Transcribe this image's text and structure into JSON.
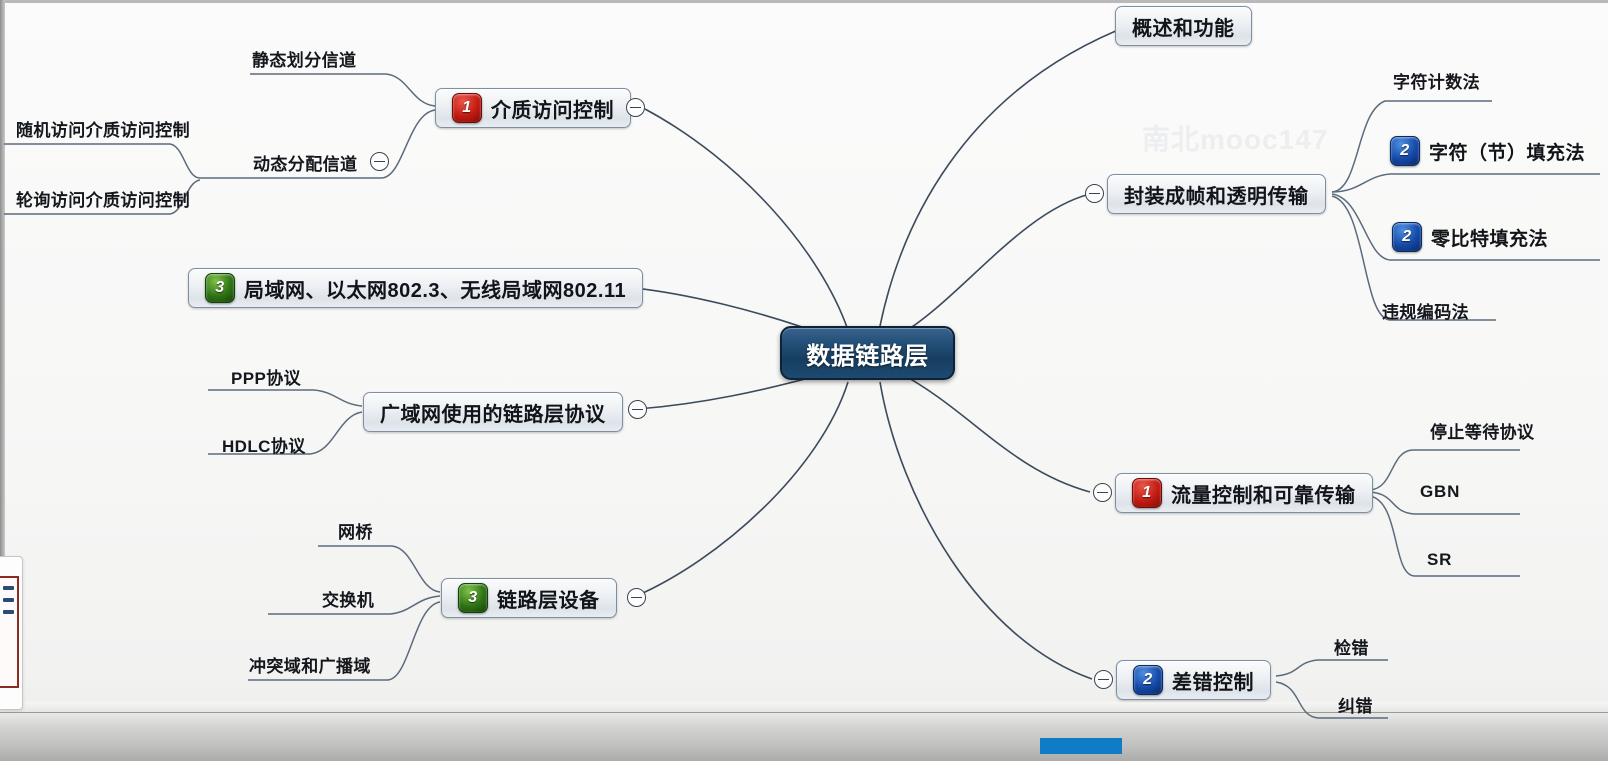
{
  "app": {
    "watermark": "南北mooc147",
    "background_color": "#f7f8f8",
    "accent_color": "#0f7cc8"
  },
  "mindmap": {
    "center": {
      "label": "数据链路层",
      "color": "#1d4a70"
    },
    "branches": [
      {
        "id": "overview",
        "label": "概述和功能",
        "side": "right",
        "badge": null,
        "toggle": false,
        "children": []
      },
      {
        "id": "framing",
        "label": "封装成帧和透明传输",
        "side": "right",
        "badge": null,
        "toggle": true,
        "children": [
          {
            "label": "字符计数法",
            "badge": null
          },
          {
            "label": "字符（节）填充法",
            "badge": {
              "text": "2",
              "color": "blue"
            }
          },
          {
            "label": "零比特填充法",
            "badge": {
              "text": "2",
              "color": "blue"
            }
          },
          {
            "label": "违规编码法",
            "badge": null
          }
        ]
      },
      {
        "id": "flow-control",
        "label": "流量控制和可靠传输",
        "side": "right",
        "badge": {
          "text": "1",
          "color": "red"
        },
        "toggle": true,
        "children": [
          {
            "label": "停止等待协议",
            "badge": null
          },
          {
            "label": "GBN",
            "badge": null
          },
          {
            "label": "SR",
            "badge": null
          }
        ]
      },
      {
        "id": "error-control",
        "label": "差错控制",
        "side": "right",
        "badge": {
          "text": "2",
          "color": "blue"
        },
        "toggle": true,
        "children": [
          {
            "label": "检错",
            "badge": null
          },
          {
            "label": "纠错",
            "badge": null
          }
        ]
      },
      {
        "id": "mac",
        "label": "介质访问控制",
        "side": "left",
        "badge": {
          "text": "1",
          "color": "red"
        },
        "toggle": true,
        "children": [
          {
            "label": "静态划分信道",
            "badge": null
          },
          {
            "label": "动态分配信道",
            "badge": null,
            "toggle": true,
            "children": [
              {
                "label": "随机访问介质访问控制"
              },
              {
                "label": "轮询访问介质访问控制"
              }
            ]
          }
        ]
      },
      {
        "id": "lan",
        "label": "局域网、以太网802.3、无线局域网802.11",
        "side": "left",
        "badge": {
          "text": "3",
          "color": "green"
        },
        "toggle": false,
        "children": []
      },
      {
        "id": "wan",
        "label": "广域网使用的链路层协议",
        "side": "left",
        "badge": null,
        "toggle": true,
        "children": [
          {
            "label": "PPP协议",
            "badge": null
          },
          {
            "label": "HDLC协议",
            "badge": null
          }
        ]
      },
      {
        "id": "devices",
        "label": "链路层设备",
        "side": "left",
        "badge": {
          "text": "3",
          "color": "green"
        },
        "toggle": true,
        "children": [
          {
            "label": "网桥",
            "badge": null
          },
          {
            "label": "交换机",
            "badge": null
          },
          {
            "label": "冲突域和广播域",
            "badge": null
          }
        ]
      }
    ]
  }
}
